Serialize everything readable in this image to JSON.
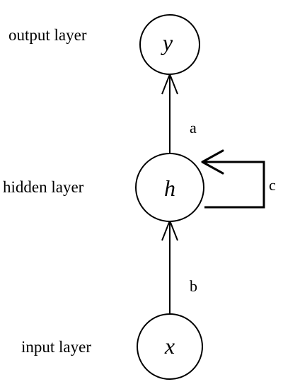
{
  "layers": {
    "output": {
      "label": "output layer",
      "variable": "y"
    },
    "hidden": {
      "label": "hidden layer",
      "variable": "h"
    },
    "input": {
      "label": "input layer",
      "variable": "x"
    }
  },
  "edges": {
    "hidden_to_output": {
      "label": "a"
    },
    "input_to_hidden": {
      "label": "b"
    },
    "hidden_recurrent": {
      "label": "c"
    }
  },
  "colors": {
    "stroke": "#000000",
    "background": "#ffffff"
  }
}
